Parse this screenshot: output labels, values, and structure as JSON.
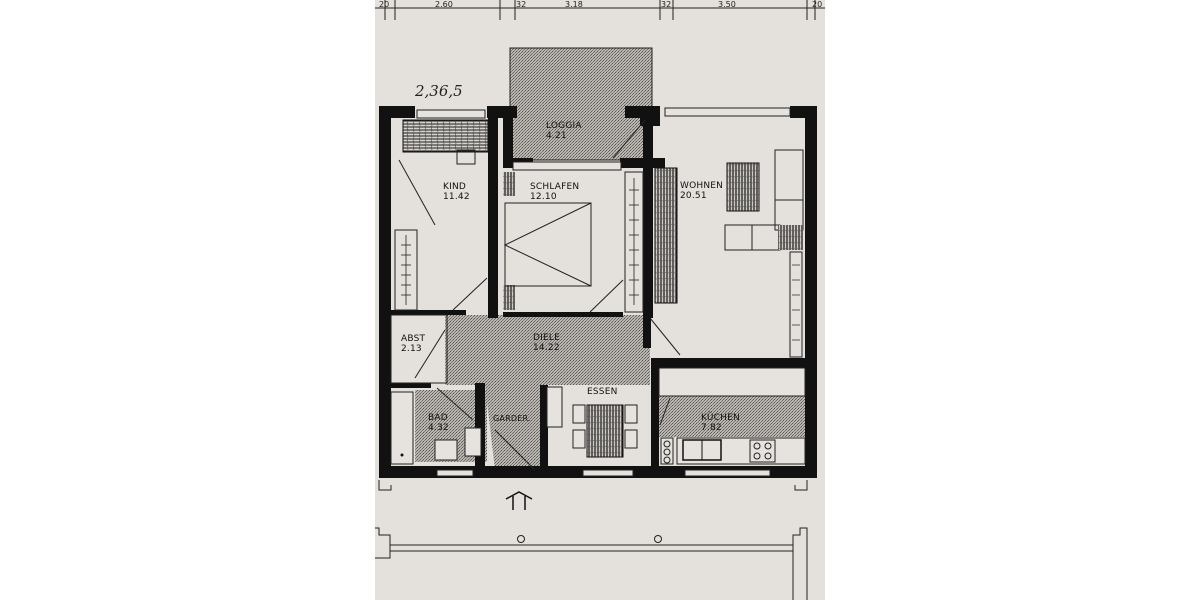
{
  "dimensions_top": [
    "20",
    "2.60",
    "32",
    "3.18",
    "32",
    "3.50",
    "20"
  ],
  "handwritten_note": "2,36,5",
  "rooms": [
    {
      "name": "KIND",
      "area": "11.42"
    },
    {
      "name": "LOGGIA",
      "area": "4.21"
    },
    {
      "name": "SCHLAFEN",
      "area": "12.10"
    },
    {
      "name": "WOHNEN",
      "area": "20.51"
    },
    {
      "name": "ABST",
      "area": "2.13"
    },
    {
      "name": "DIELE",
      "area": "14.22"
    },
    {
      "name": "BAD",
      "area": "4.32"
    },
    {
      "name": "GARDER.",
      "area": ""
    },
    {
      "name": "ESSEN",
      "area": ""
    },
    {
      "name": "KÜCHEN",
      "area": "7.82"
    }
  ],
  "entrance_symbol": "entrance-arrow",
  "colors": {
    "paper": "#e4e0db",
    "wall": "#111111",
    "hatch": "#9b9894",
    "background": "#ffffff"
  }
}
